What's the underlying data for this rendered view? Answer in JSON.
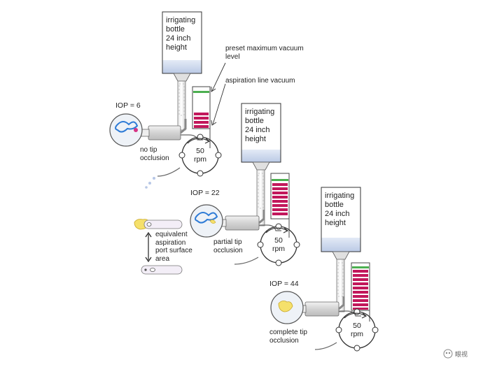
{
  "systems": [
    {
      "bottle_label": "irrigating\nbottle\n24 inch\nheight",
      "iop": "IOP = 6",
      "occlusion": "no tip\nocclusion",
      "pump": "50\nrpm",
      "gauge": {
        "filled_bars": 4,
        "total_bars": 9
      }
    },
    {
      "bottle_label": "irrigating\nbottle\n24 inch\nheight",
      "iop": "IOP = 22",
      "occlusion": "partial tip\nocclusion",
      "pump": "50\nrpm",
      "gauge": {
        "filled_bars": 8,
        "total_bars": 10
      }
    },
    {
      "bottle_label": "irrigating\nbottle\n24 inch\nheight",
      "iop": "IOP = 44",
      "occlusion": "complete tip\nocclusion",
      "pump": "50\nrpm",
      "gauge": {
        "filled_bars": 10,
        "total_bars": 10
      }
    }
  ],
  "annotations": {
    "preset_vacuum": "preset maximum vacuum\nlevel",
    "aspiration_vacuum": "aspiration line vacuum",
    "equivalent_area": "equivalent\naspiration\nport surface\narea"
  },
  "watermark": "眼视",
  "colors": {
    "bottle_fluid": "#c9d6ec",
    "vacuum_bar": "#c2185b",
    "preset_line": "#4caf50",
    "tube": "#d9d9d9",
    "fluid_blue": "#2e7bd6",
    "tissue_yellow": "#f5e06b"
  }
}
